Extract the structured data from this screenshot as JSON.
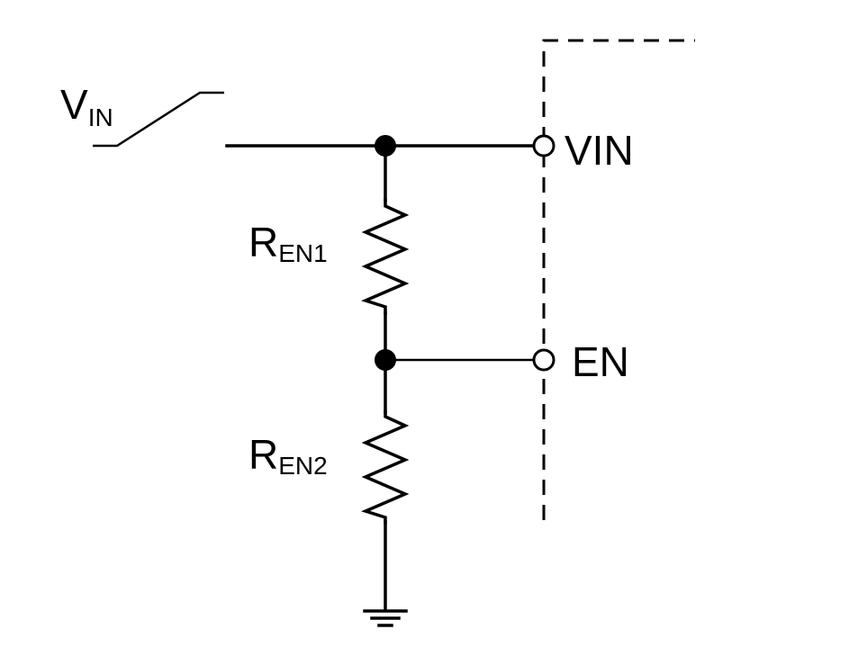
{
  "labels": {
    "source": {
      "main": "V",
      "sub": "IN"
    },
    "r1": {
      "main": "R",
      "sub": "EN1"
    },
    "r2": {
      "main": "R",
      "sub": "EN2"
    },
    "pin_vin": "VIN",
    "pin_en": "EN"
  }
}
